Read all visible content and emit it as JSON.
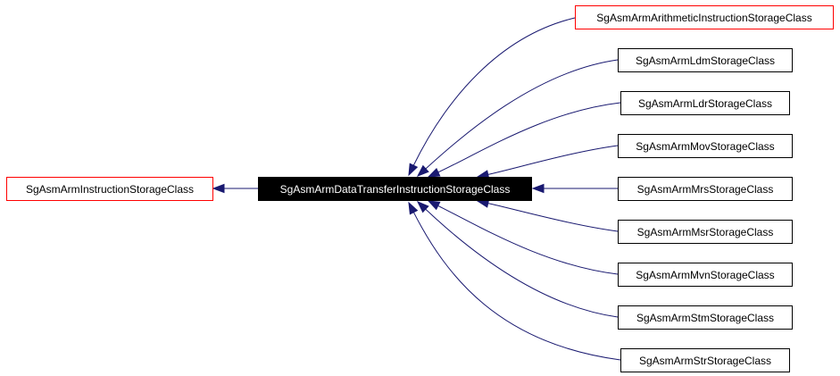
{
  "base": {
    "label": "SgAsmArmInstructionStorageClass",
    "border_color": "#ff0000"
  },
  "current": {
    "label": "SgAsmArmDataTransferInstructionStorageClass"
  },
  "children": [
    {
      "label": "SgAsmArmArithmeticInstructionStorageClass",
      "border_color": "#ff0000"
    },
    {
      "label": "SgAsmArmLdmStorageClass",
      "border_color": "#000000"
    },
    {
      "label": "SgAsmArmLdrStorageClass",
      "border_color": "#000000"
    },
    {
      "label": "SgAsmArmMovStorageClass",
      "border_color": "#000000"
    },
    {
      "label": "SgAsmArmMrsStorageClass",
      "border_color": "#000000"
    },
    {
      "label": "SgAsmArmMsrStorageClass",
      "border_color": "#000000"
    },
    {
      "label": "SgAsmArmMvnStorageClass",
      "border_color": "#000000"
    },
    {
      "label": "SgAsmArmStmStorageClass",
      "border_color": "#000000"
    },
    {
      "label": "SgAsmArmStrStorageClass",
      "border_color": "#000000"
    }
  ],
  "edge_color": "#191970"
}
